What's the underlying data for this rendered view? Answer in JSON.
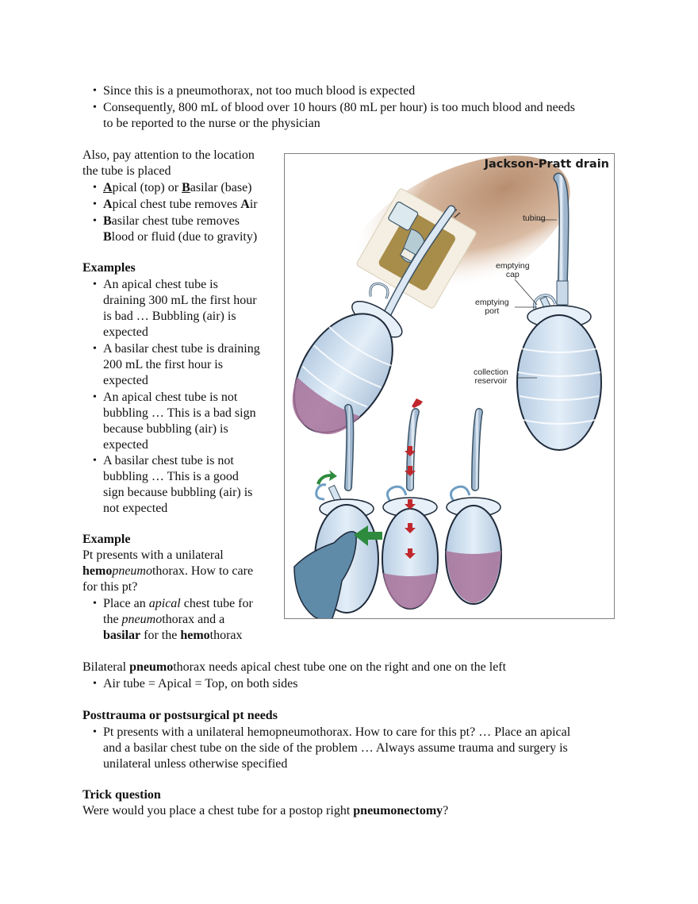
{
  "intro_bullets": [
    "Since this is a pneumothorax, not too much blood is expected",
    "Consequently, 800 mL of blood over 10 hours (80 mL per hour) is too much blood and needs",
    "to be reported to the nurse or the physician"
  ],
  "location": {
    "lead_line1": "Also, pay attention to the location",
    "lead_line2": "the tube is placed",
    "bullets": {
      "b1": {
        "A": "A",
        "a_rest": "pical (top) or ",
        "B": "B",
        "b_rest": "asilar (base)"
      },
      "b2": {
        "A": "A",
        "rest": "pical chest tube removes ",
        "Air_A": "A",
        "Air_rest": "ir"
      },
      "b3": {
        "B": "B",
        "rest": "asilar chest tube removes",
        "B2": "B",
        "rest2": "lood or fluid (due to gravity)"
      }
    }
  },
  "examples": {
    "heading": "Examples",
    "items": [
      [
        "An apical chest tube is",
        "draining 300 mL the first hour",
        "is bad … Bubbling (air) is",
        "expected"
      ],
      [
        "A basilar chest tube is draining",
        "200 mL the first hour is",
        "expected"
      ],
      [
        "An apical chest tube is not",
        "bubbling … This is a bad sign",
        "because bubbling (air) is",
        "expected"
      ],
      [
        "A basilar chest tube is not",
        "bubbling … This is a good",
        "sign because bubbling (air) is",
        "not expected"
      ]
    ]
  },
  "example": {
    "heading": "Example",
    "line1": "Pt presents with a unilateral",
    "line2_bold": "hemo",
    "line2_italic": "pneumo",
    "line2_rest": "thorax. How to care",
    "line3": "for this pt?",
    "bullet": {
      "l1_a": "Place an ",
      "l1_i": "apical",
      "l1_b": " chest tube for",
      "l2_a": "the ",
      "l2_i": "pneumo",
      "l2_b": "thorax and a",
      "l3_bold1": "basilar",
      "l3_mid": " for the ",
      "l3_bold2": "hemo",
      "l3_end": "thorax"
    }
  },
  "bilateral": {
    "pre": "Bilateral ",
    "bold": "pneumo",
    "post": "thorax needs apical chest tube one on the right and one on the left",
    "bullet": "Air tube = Apical = Top, on both sides"
  },
  "posttrauma": {
    "heading": "Posttrauma or postsurgical pt needs",
    "bullet_lines": [
      "Pt presents with a unilateral hemopneumothorax. How to care for this pt? … Place an apical",
      "and a basilar chest tube on the side of the problem … Always assume trauma and surgery is",
      "unilateral unless otherwise specified"
    ]
  },
  "trick": {
    "heading": "Trick question",
    "pre": "Were would you place a chest tube for a postop right ",
    "bold": "pneumonectomy",
    "post": "?"
  },
  "figure": {
    "title": "Jackson-Pratt drain",
    "labels": {
      "tubing": "tubing",
      "emptying_cap_1": "emptying",
      "emptying_cap_2": "cap",
      "emptying_port_1": "emptying",
      "emptying_port_2": "port",
      "collection_1": "collection",
      "collection_2": "reservoir"
    },
    "colors": {
      "bulb_fill": "#cfe0f0",
      "bulb_outline": "#1e2a3a",
      "fluid": "#a8729a",
      "skin": "#c9a487",
      "dressing": "#f2ede0",
      "gauze_pad": "#9a7a2e",
      "arrow_green": "#2e8b3e",
      "arrow_red": "#c0282d",
      "glove": "#5f8aa8"
    }
  }
}
